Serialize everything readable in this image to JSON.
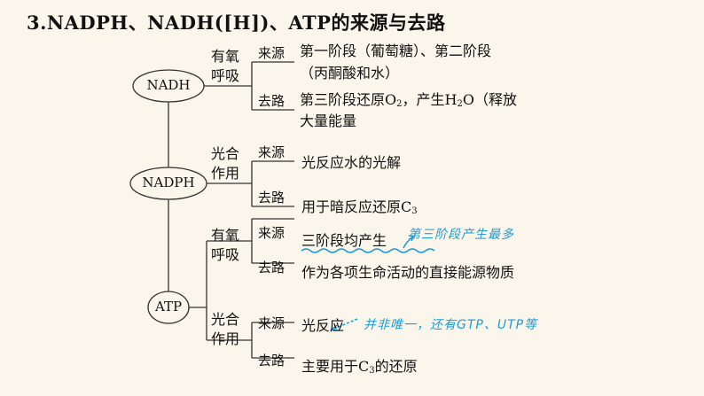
{
  "title": "3.NADPH、NADH([H])、ATP的来源与去路",
  "colors": {
    "note": "#1e9ad6",
    "line": "#333333",
    "background": "#fbf6ec"
  },
  "nodes": {
    "nadh": "NADH",
    "nadph": "NADPH",
    "atp": "ATP"
  },
  "nadh": {
    "category": [
      "有氧",
      "呼吸"
    ],
    "source_tag": "来源",
    "source_text": [
      "第一阶段（葡萄糖）、第二阶段",
      "（丙酮酸和水）"
    ],
    "dest_tag": "去路",
    "dest_pre": "第三阶段还原O",
    "dest_sub1": "2",
    "dest_mid": "，产生H",
    "dest_sub2": "2",
    "dest_post": "O（释放",
    "dest_line2": "大量能量"
  },
  "nadph": {
    "category": [
      "光合",
      "作用"
    ],
    "source_tag": "来源",
    "source_text": "光反应水的光解",
    "dest_tag": "去路",
    "dest_pre": "用于暗反应还原C",
    "dest_sub": "3"
  },
  "atp_resp": {
    "category": [
      "有氧",
      "呼吸"
    ],
    "source_tag": "来源",
    "source_text": "三阶段均产生",
    "dest_tag": "去路",
    "dest_text": "作为各项生命活动的直接能源物质"
  },
  "atp_photo": {
    "category": [
      "光合",
      "作用"
    ],
    "source_tag": "来源",
    "source_text": "光反应",
    "dest_tag": "去路",
    "dest_pre": "主要用于C",
    "dest_sub": "3",
    "dest_post": "的还原"
  },
  "notes": {
    "note1": "第三阶段产生最多",
    "note2": "并非唯一，还有GTP、UTP等"
  }
}
